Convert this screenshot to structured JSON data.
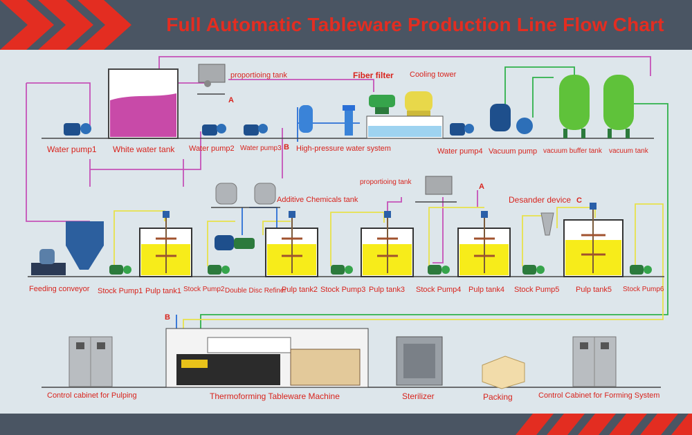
{
  "header": {
    "title": "Full Automatic Tableware Production Line Flow Chart",
    "accent_color": "#e32d21",
    "bar_color": "#4a5563"
  },
  "water_system": {
    "labels": {
      "water_pump1": "Water pump1",
      "white_water_tank": "White water tank",
      "water_pump2": "Water pump2",
      "water_pump3": "Water pump3",
      "high_pressure": "High-pressure water system",
      "proportioning_tank": "proportioing tank",
      "fiber_filter": "Fiber filter",
      "cooling_tower": "Cooling tower",
      "water_pump4": "Water pump4",
      "vacuum_pump": "Vacuum pump",
      "vacuum_buffer_tank": "vacuum buffer tank",
      "vacuum_tank": "vacuum tank"
    }
  },
  "pulping": {
    "labels": {
      "feeding_conveyor": "Feeding conveyor",
      "stock_pump1": "Stock Pump1",
      "pulp_tank1": "Pulp tank1",
      "stock_pump2": "Stock Pump2",
      "double_disc_refiner": "Double Disc Refiner",
      "pulp_tank2": "Pulp tank2",
      "additive_tank": "Additive Chemicals tank",
      "stock_pump3": "Stock Pump3",
      "pulp_tank3": "Pulp tank3",
      "proportioning_tank2": "proportioing tank",
      "stock_pump4": "Stock Pump4",
      "pulp_tank4": "Pulp tank4",
      "desander": "Desander device",
      "stock_pump5": "Stock Pump5",
      "pulp_tank5": "Pulp tank5",
      "stock_pump6": "Stock Pump6"
    }
  },
  "forming": {
    "labels": {
      "control_pulping": "Control cabinet for Pulping",
      "thermoforming": "Thermoforming  Tableware  Machine",
      "sterilizer": "Sterilizer",
      "packing": "Packing",
      "control_forming": "Control Cabinet for Forming System"
    }
  },
  "connectors": {
    "a1": "A",
    "a2": "A",
    "b1": "B",
    "b2": "B",
    "c1": "C"
  },
  "colors": {
    "label": "#d8231c",
    "pipe_magenta": "#c552b8",
    "pipe_green": "#2fb14a",
    "pipe_yellow": "#e8e14a",
    "pipe_blue": "#2a6fd6",
    "pulp": "#f7ec1a",
    "white_water": "#c84aa8",
    "tank_green": "#5fc23a",
    "pump_blue": "#1e4f8c",
    "pump_green": "#2c7a3c"
  }
}
